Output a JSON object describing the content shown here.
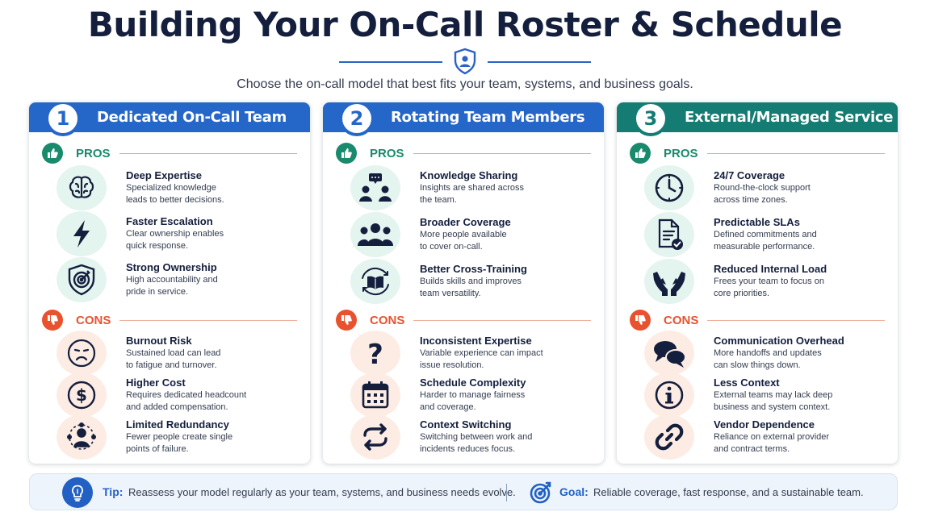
{
  "header": {
    "title": "Building Your On-Call Roster & Schedule",
    "subtitle": "Choose the on-call model that best fits your team, systems, and business goals.",
    "icon": "shield-user-icon"
  },
  "colors": {
    "blue": "#2566c9",
    "teal": "#147c72",
    "pros": "#1a8a6c",
    "cons": "#e8522e",
    "pros_bg": "#e4f4ef",
    "cons_bg": "#fdece4"
  },
  "cards": [
    {
      "number": "1",
      "title": "Dedicated On-Call Team",
      "pros_label": "PROS",
      "cons_label": "CONS",
      "pros": [
        {
          "icon": "brain-icon",
          "title": "Deep Expertise",
          "line1": "Specialized knowledge",
          "line2": "leads to better decisions."
        },
        {
          "icon": "lightning-bolt-icon",
          "title": "Faster Escalation",
          "line1": "Clear ownership enables",
          "line2": "quick response."
        },
        {
          "icon": "shield-target-icon",
          "title": "Strong Ownership",
          "line1": "High accountability and",
          "line2": "pride in service."
        }
      ],
      "cons": [
        {
          "icon": "tired-face-icon",
          "title": "Burnout Risk",
          "line1": "Sustained load can lead",
          "line2": "to fatigue and turnover."
        },
        {
          "icon": "dollar-coin-icon",
          "title": "Higher Cost",
          "line1": "Requires dedicated headcount",
          "line2": "and added compensation."
        },
        {
          "icon": "single-person-network-icon",
          "title": "Limited Redundancy",
          "line1": "Fewer people create single",
          "line2": "points of failure."
        }
      ]
    },
    {
      "number": "2",
      "title": "Rotating Team Members",
      "pros_label": "PROS",
      "cons_label": "CONS",
      "pros": [
        {
          "icon": "people-chat-icon",
          "title": "Knowledge Sharing",
          "line1": "Insights are shared across",
          "line2": "the team."
        },
        {
          "icon": "group-icon",
          "title": "Broader Coverage",
          "line1": "More people available",
          "line2": "to cover on-call."
        },
        {
          "icon": "book-cycle-icon",
          "title": "Better Cross-Training",
          "line1": "Builds skills and improves",
          "line2": "team versatility."
        }
      ],
      "cons": [
        {
          "icon": "question-mark-icon",
          "title": "Inconsistent Expertise",
          "line1": "Variable experience can impact",
          "line2": "issue resolution."
        },
        {
          "icon": "calendar-icon",
          "title": "Schedule Complexity",
          "line1": "Harder to manage fairness",
          "line2": "and coverage."
        },
        {
          "icon": "swap-arrows-icon",
          "title": "Context Switching",
          "line1": "Switching between work and",
          "line2": "incidents reduces focus."
        }
      ]
    },
    {
      "number": "3",
      "title": "External/Managed Service",
      "pros_label": "PROS",
      "cons_label": "CONS",
      "pros": [
        {
          "icon": "clock-icon",
          "title": "24/7 Coverage",
          "line1": "Round-the-clock support",
          "line2": "across time zones."
        },
        {
          "icon": "document-check-icon",
          "title": "Predictable SLAs",
          "line1": "Defined commitments and",
          "line2": "measurable performance."
        },
        {
          "icon": "helping-hands-icon",
          "title": "Reduced Internal Load",
          "line1": "Frees your team to focus on",
          "line2": "core priorities."
        }
      ],
      "cons": [
        {
          "icon": "chat-bubbles-icon",
          "title": "Communication Overhead",
          "line1": "More handoffs and updates",
          "line2": "can slow things down."
        },
        {
          "icon": "info-icon",
          "title": "Less Context",
          "line1": "External teams may lack deep",
          "line2": "business and system context."
        },
        {
          "icon": "chain-link-icon",
          "title": "Vendor Dependence",
          "line1": "Reliance on external provider",
          "line2": "and contract terms."
        }
      ]
    }
  ],
  "footer": {
    "tip_label": "Tip:",
    "tip_text": "Reassess your model regularly as your team, systems, and business needs evolve.",
    "tip_icon": "lightbulb-icon",
    "goal_label": "Goal:",
    "goal_text": "Reliable coverage, fast response, and a sustainable team.",
    "goal_icon": "target-icon"
  }
}
